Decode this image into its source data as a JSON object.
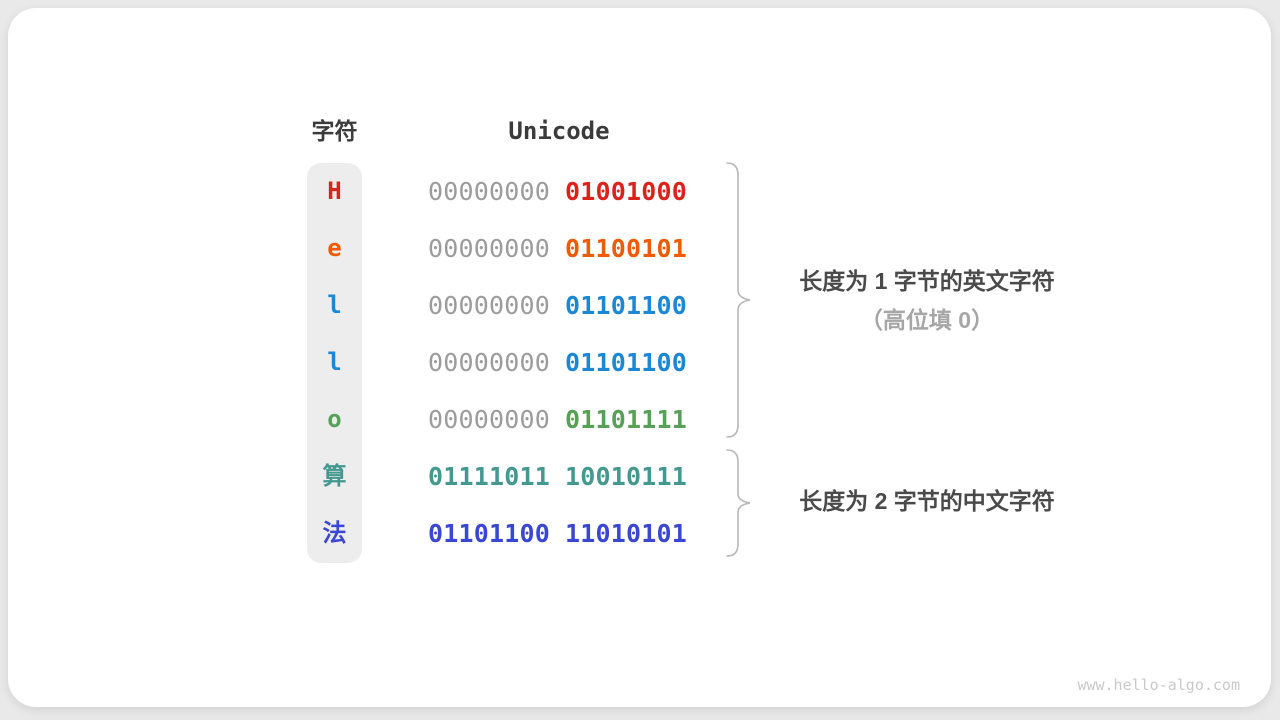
{
  "table": {
    "char_header": "字符",
    "code_header": "Unicode",
    "rows": [
      {
        "char": "H",
        "char_color": "#dc231b",
        "byte1": {
          "text": "00000000",
          "color": "#9c9c9c",
          "bold": false
        },
        "byte2": {
          "text": "01001000",
          "color": "#dc231b",
          "bold": true
        }
      },
      {
        "char": "e",
        "char_color": "#ee5b07",
        "byte1": {
          "text": "00000000",
          "color": "#9c9c9c",
          "bold": false
        },
        "byte2": {
          "text": "01100101",
          "color": "#ee5b07",
          "bold": true
        }
      },
      {
        "char": "l",
        "char_color": "#1b87d5",
        "byte1": {
          "text": "00000000",
          "color": "#9c9c9c",
          "bold": false
        },
        "byte2": {
          "text": "01101100",
          "color": "#1b87d5",
          "bold": true
        }
      },
      {
        "char": "l",
        "char_color": "#1b87d5",
        "byte1": {
          "text": "00000000",
          "color": "#9c9c9c",
          "bold": false
        },
        "byte2": {
          "text": "01101100",
          "color": "#1b87d5",
          "bold": true
        }
      },
      {
        "char": "o",
        "char_color": "#56a057",
        "byte1": {
          "text": "00000000",
          "color": "#9c9c9c",
          "bold": false
        },
        "byte2": {
          "text": "01101111",
          "color": "#56a057",
          "bold": true
        }
      },
      {
        "char": "算",
        "char_color": "#43998f",
        "byte1": {
          "text": "01111011",
          "color": "#43998f",
          "bold": true
        },
        "byte2": {
          "text": "10010111",
          "color": "#43998f",
          "bold": true
        }
      },
      {
        "char": "法",
        "char_color": "#3a47d3",
        "byte1": {
          "text": "01101100",
          "color": "#3a47d3",
          "bold": true
        },
        "byte2": {
          "text": "11010101",
          "color": "#3a47d3",
          "bold": true
        }
      }
    ]
  },
  "annotations": {
    "group1_line1": "长度为 1 字节的英文字符",
    "group1_line2": "（高位填 0）",
    "group2": "长度为 2 字节的中文字符"
  },
  "watermark": "www.hello-algo.com",
  "colors": {
    "brace": "#b8b8b8",
    "column_bg": "#ededed",
    "gray_bits": "#9c9c9c",
    "header_text": "#3b3b3b",
    "note_text": "#4a4a4a",
    "note_sub_text": "#a6a6a6",
    "red": "#dc231b",
    "orange": "#ee5b07",
    "blue": "#1b87d5",
    "green": "#56a057",
    "teal": "#43998f",
    "indigo": "#3a47d3"
  }
}
